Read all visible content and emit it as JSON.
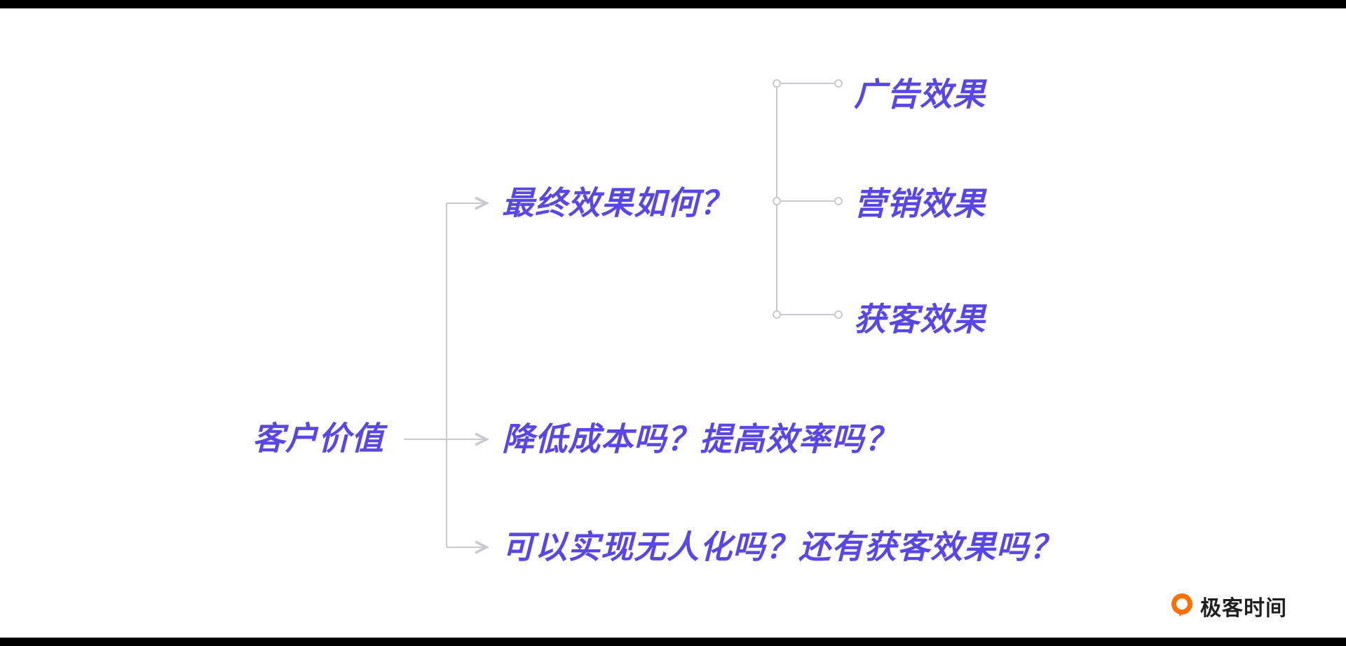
{
  "page": {
    "background": "#ffffff"
  },
  "colors": {
    "accent_text": "#5847e6",
    "connector_line": "#c9cacf",
    "frame_bar": "#000000",
    "logo_orange": "#ff6f06",
    "logo_text": "#1f1f1f"
  },
  "diagram": {
    "root": {
      "label": "客户价值"
    },
    "branches": [
      {
        "label": "最终效果如何？",
        "children": [
          {
            "label": "广告效果"
          },
          {
            "label": "营销效果"
          },
          {
            "label": "获客效果"
          }
        ]
      },
      {
        "label": "降低成本吗？提高效率吗？",
        "children": []
      },
      {
        "label": "可以实现无人化吗？还有获客效果吗？",
        "children": []
      }
    ]
  },
  "footer": {
    "logo_icon": "geektime-logo-icon",
    "logo_text": "极客时间"
  }
}
